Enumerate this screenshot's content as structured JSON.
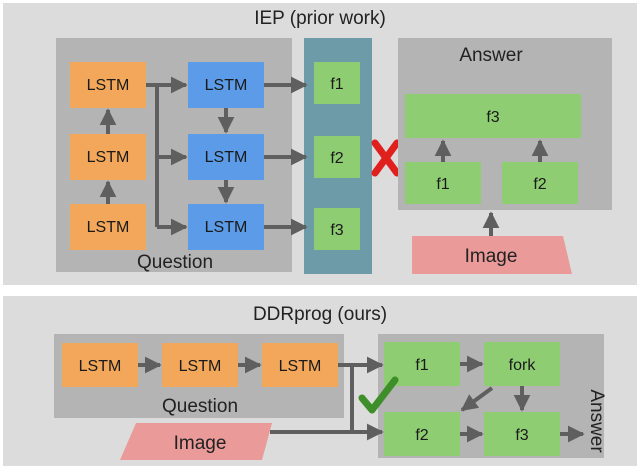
{
  "colors": {
    "panel": "#dcdcdc",
    "group": "#b4b4b4",
    "lstm_orange": "#f2a75a",
    "lstm_blue": "#5b9be8",
    "module_green": "#8fcd73",
    "program_teal": "#6d9ba8",
    "image_pink": "#e99a99",
    "arrow": "#5f5f5f",
    "cross_red": "#e0201d",
    "check_green": "#3e8e2a"
  },
  "icons": [
    "red-cross-icon",
    "green-checkmark-icon"
  ],
  "iep": {
    "title": "IEP (prior work)",
    "question_label": "Question",
    "answer_label": "Answer",
    "image_label": "Image",
    "encoder": [
      "LSTM",
      "LSTM",
      "LSTM"
    ],
    "decoder": [
      "LSTM",
      "LSTM",
      "LSTM"
    ],
    "program": [
      "f1",
      "f2",
      "f3"
    ],
    "executor": {
      "top": "f3",
      "left": "f1",
      "right": "f2"
    }
  },
  "ddr": {
    "title": "DDRprog (ours)",
    "question_label": "Question",
    "answer_label": "Answer",
    "image_label": "Image",
    "lstms": [
      "LSTM",
      "LSTM",
      "LSTM"
    ],
    "modules": {
      "f1": "f1",
      "fork": "fork",
      "f2": "f2",
      "f3": "f3"
    }
  }
}
